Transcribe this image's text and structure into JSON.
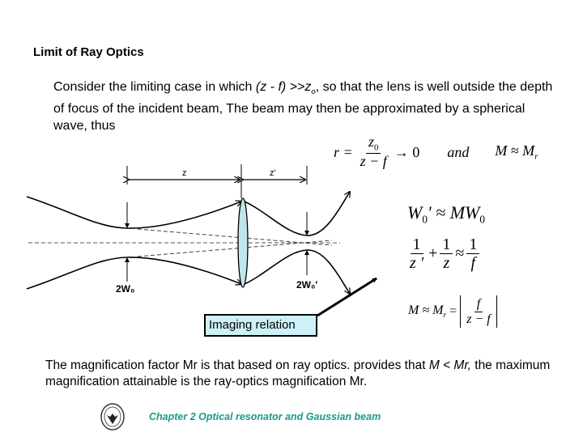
{
  "slide": {
    "title": "Limit of Ray Optics",
    "intro": {
      "part1": "Consider the limiting case in which ",
      "condition": "(z - f) >>z",
      "condition_sub": "o",
      "part2": ", so that the lens is well outside the depth of focus of the incident beam, The beam may then be approximated by a spherical wave, thus"
    },
    "equation1": {
      "lhs": "r =",
      "numerator": "z",
      "numerator_sub": "0",
      "denominator": "z − f",
      "arrow": "→ 0",
      "conjunction": "and",
      "rhs": "M ≈ M",
      "rhs_sub": "r"
    },
    "equation2": {
      "text": "W",
      "sub": "0",
      "rest": "' ≈ MW",
      "sub2": "0"
    },
    "equation3": {
      "t1_num": "1",
      "t1_den": "z '",
      "plus": "+",
      "t2_num": "1",
      "t2_den": "z",
      "approx": "≈",
      "t3_num": "1",
      "t3_den": "f"
    },
    "equation4": {
      "lhs": "M ≈ M",
      "lhs_sub": "r",
      "eq": "=",
      "num": "f",
      "den": "z − f"
    },
    "diagram": {
      "label_z": "z",
      "label_zprime": "z'",
      "label_waist_in": "2W₀",
      "label_waist_out": "2W₀'",
      "callout": "Imaging relation",
      "lens_color": "#bfe6ea",
      "callout_bg": "#ccf2f7"
    },
    "conclusion": {
      "part1": "The magnification factor Mr is that based on ray optics.  provides that ",
      "italic": "M < Mr,",
      "part2": " the maximum magnification attainable is the ray-optics magnification Mr."
    },
    "footer": {
      "text": "Chapter 2  Optical resonator and Gaussian beam",
      "color": "#1a9a8c",
      "logo": "university-seal-icon"
    }
  }
}
